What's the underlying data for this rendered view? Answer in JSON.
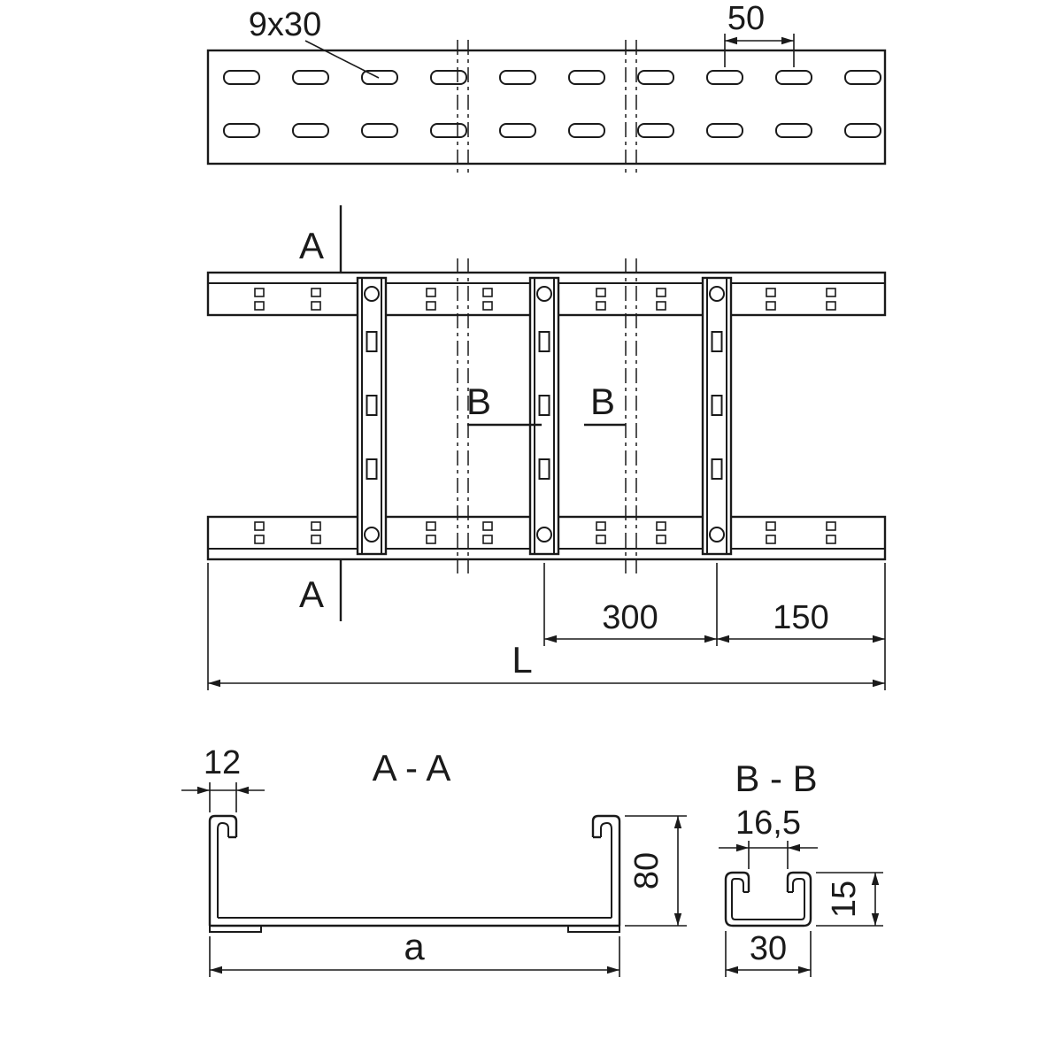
{
  "colors": {
    "line": "#1a1a1a",
    "background": "#ffffff"
  },
  "rail_view": {
    "slot_size": "9x30",
    "slot_pitch": "50"
  },
  "plan_view": {
    "section_a": "A",
    "section_b": "B",
    "rung_spacing": "300",
    "end_spacing": "150",
    "total_length": "L"
  },
  "section_aa": {
    "title": "A - A",
    "flange_hook_width": "12",
    "height": "80",
    "width": "a"
  },
  "section_bb": {
    "title": "B - B",
    "opening_width": "16,5",
    "height": "15",
    "width": "30"
  }
}
